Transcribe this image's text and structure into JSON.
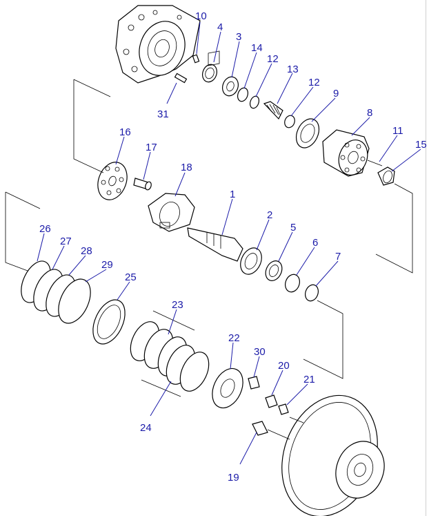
{
  "callouts": {
    "c1": "1",
    "c2": "2",
    "c3": "3",
    "c4": "4",
    "c5": "5",
    "c6": "6",
    "c7": "7",
    "c8": "8",
    "c9": "9",
    "c10": "10",
    "c11": "11",
    "c12a": "12",
    "c12b": "12",
    "c13": "13",
    "c14": "14",
    "c15": "15",
    "c16": "16",
    "c17": "17",
    "c18": "18",
    "c19": "19",
    "c20": "20",
    "c21": "21",
    "c22": "22",
    "c23": "23",
    "c24": "24",
    "c25": "25",
    "c26": "26",
    "c27": "27",
    "c28": "28",
    "c29": "29",
    "c30": "30",
    "c31": "31"
  },
  "colors": {
    "callout": "#1a1aa8",
    "line": "#000000",
    "background": "#ffffff"
  }
}
